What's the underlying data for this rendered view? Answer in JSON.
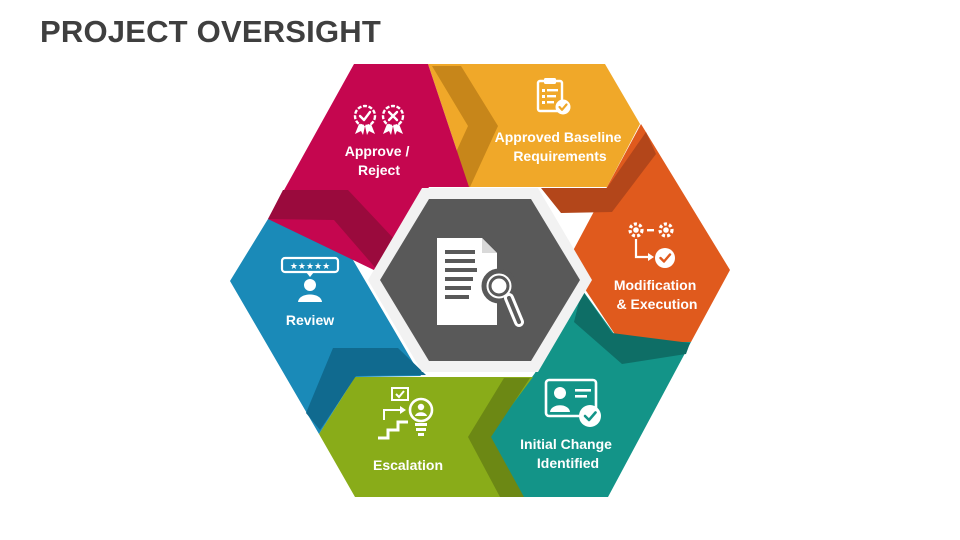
{
  "title": "PROJECT OVERSIGHT",
  "center_icon": "document-search-icon",
  "segments": [
    {
      "id": "approved-baseline",
      "label_lines": [
        "Approved Baseline",
        "Requirements"
      ],
      "icon": "clipboard-check-icon",
      "color": "#f0a829"
    },
    {
      "id": "modification",
      "label_lines": [
        "Modification",
        "& Execution"
      ],
      "icon": "gears-process-icon",
      "color": "#e05a1d"
    },
    {
      "id": "initial-change",
      "label_lines": [
        "Initial Change",
        "Identified"
      ],
      "icon": "id-card-check-icon",
      "color": "#139488"
    },
    {
      "id": "escalation",
      "label_lines": [
        "Escalation"
      ],
      "icon": "lightbulb-stairs-icon",
      "color": "#89ac19"
    },
    {
      "id": "review",
      "label_lines": [
        "Review"
      ],
      "icon": "rating-user-icon",
      "color": "#1a8ab8"
    },
    {
      "id": "approve-reject",
      "label_lines": [
        "Approve /",
        "Reject"
      ],
      "icon": "approve-reject-badges-icon",
      "color": "#c5064f"
    }
  ],
  "colors": {
    "center": "#595959",
    "center_ring": "#f2f2f2",
    "title": "#3f3f3f"
  }
}
